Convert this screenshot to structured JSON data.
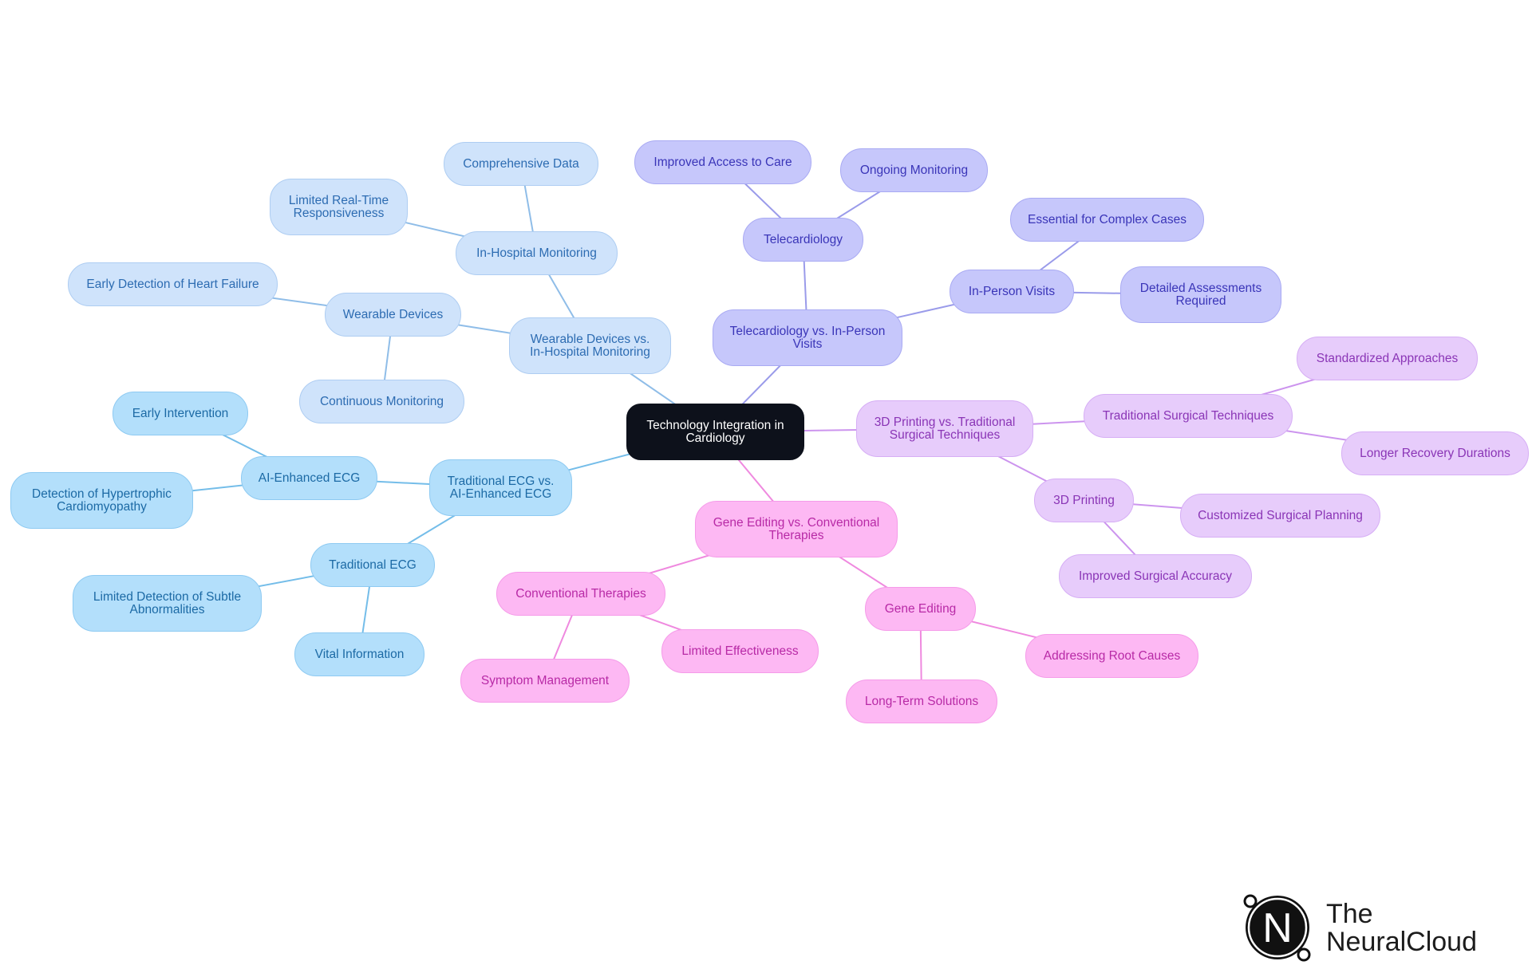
{
  "colors": {
    "root": {
      "fill": "#0d111b",
      "stroke": "#0d111b",
      "text": "#ffffff"
    },
    "ecg": {
      "fill": "#b3dffb",
      "stroke": "#8ecaf2",
      "text": "#1c6aa5",
      "line": "#74bde9"
    },
    "wearable": {
      "fill": "#cfe3fb",
      "stroke": "#aecdf2",
      "text": "#2d6cb2",
      "line": "#8fbde8"
    },
    "tele": {
      "fill": "#c6c7fb",
      "stroke": "#a9aaf3",
      "text": "#3a35b8",
      "line": "#9a9bea"
    },
    "printing": {
      "fill": "#e7ccfb",
      "stroke": "#d6aef5",
      "text": "#8a35b6",
      "line": "#cc94ee"
    },
    "gene": {
      "fill": "#fdb8f3",
      "stroke": "#f59be9",
      "text": "#b82aa6",
      "line": "#ef89df"
    }
  },
  "mindmap": {
    "root": {
      "id": "root",
      "label": "Technology Integration in\nCardiology"
    },
    "branches": [
      {
        "id": "ecg",
        "label": "Traditional ECG vs.\nAI-Enhanced ECG",
        "children": [
          {
            "id": "ai-ecg",
            "label": "AI-Enhanced ECG",
            "children": [
              {
                "id": "early-intervention",
                "label": "Early Intervention"
              },
              {
                "id": "hcm",
                "label": "Detection of Hypertrophic\nCardiomyopathy"
              }
            ]
          },
          {
            "id": "trad-ecg",
            "label": "Traditional ECG",
            "children": [
              {
                "id": "subtle",
                "label": "Limited Detection of Subtle\nAbnormalities"
              },
              {
                "id": "vital",
                "label": "Vital Information"
              }
            ]
          }
        ]
      },
      {
        "id": "wearable",
        "label": "Wearable Devices vs.\nIn-Hospital Monitoring",
        "children": [
          {
            "id": "wearable-devices",
            "label": "Wearable Devices",
            "children": [
              {
                "id": "early-hf",
                "label": "Early Detection of Heart Failure"
              },
              {
                "id": "continuous",
                "label": "Continuous Monitoring"
              }
            ]
          },
          {
            "id": "inhospital",
            "label": "In-Hospital Monitoring",
            "children": [
              {
                "id": "comprehensive",
                "label": "Comprehensive Data"
              },
              {
                "id": "realtime",
                "label": "Limited Real-Time\nResponsiveness"
              }
            ]
          }
        ]
      },
      {
        "id": "tele",
        "label": "Telecardiology vs. In-Person\nVisits",
        "children": [
          {
            "id": "telecardiology",
            "label": "Telecardiology",
            "children": [
              {
                "id": "access",
                "label": "Improved Access to Care"
              },
              {
                "id": "ongoing",
                "label": "Ongoing Monitoring"
              }
            ]
          },
          {
            "id": "inperson",
            "label": "In-Person Visits",
            "children": [
              {
                "id": "complex",
                "label": "Essential for Complex Cases"
              },
              {
                "id": "detailed",
                "label": "Detailed Assessments\nRequired"
              }
            ]
          }
        ]
      },
      {
        "id": "printing",
        "label": "3D Printing vs. Traditional\nSurgical Techniques",
        "children": [
          {
            "id": "trad-surg",
            "label": "Traditional Surgical Techniques",
            "children": [
              {
                "id": "standardized",
                "label": "Standardized Approaches"
              },
              {
                "id": "recovery",
                "label": "Longer Recovery Durations"
              }
            ]
          },
          {
            "id": "3dprint",
            "label": "3D Printing",
            "children": [
              {
                "id": "customized",
                "label": "Customized Surgical Planning"
              },
              {
                "id": "accuracy",
                "label": "Improved Surgical Accuracy"
              }
            ]
          }
        ]
      },
      {
        "id": "gene",
        "label": "Gene Editing vs. Conventional\nTherapies",
        "children": [
          {
            "id": "conventional",
            "label": "Conventional Therapies",
            "children": [
              {
                "id": "symptom",
                "label": "Symptom Management"
              },
              {
                "id": "limited-eff",
                "label": "Limited Effectiveness"
              }
            ]
          },
          {
            "id": "gene-editing",
            "label": "Gene Editing",
            "children": [
              {
                "id": "root-causes",
                "label": "Addressing Root Causes"
              },
              {
                "id": "longterm",
                "label": "Long-Term Solutions"
              }
            ]
          }
        ]
      }
    ]
  },
  "logo": {
    "text": "The\nNeuralCloud",
    "icon": "neuralcloud-logo-icon",
    "letter": "N"
  }
}
